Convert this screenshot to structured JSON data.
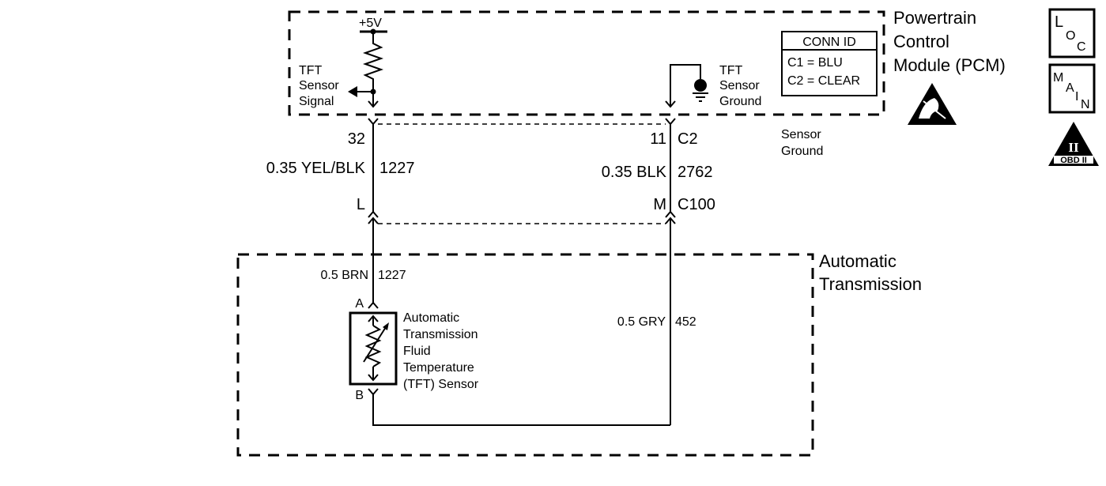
{
  "pcm": {
    "title_lines": [
      "Powertrain",
      "Control",
      "Module (PCM)"
    ],
    "supply": "+5V",
    "tft_signal_lines": [
      "TFT",
      "Sensor",
      "Signal"
    ],
    "tft_ground_lines": [
      "TFT",
      "Sensor",
      "Ground"
    ],
    "conn_id": {
      "title": "CONN ID",
      "rows": [
        "C1 = BLU",
        "C2 = CLEAR"
      ]
    }
  },
  "sensor_ground_lines": [
    "Sensor",
    "Ground"
  ],
  "left_circuit": {
    "pin": "32",
    "wire": "0.35 YEL/BLK",
    "circuit": "1227",
    "c100_pin": "L",
    "lower_wire": "0.5 BRN",
    "lower_circuit": "1227",
    "sensor_pin_a": "A",
    "sensor_pin_b": "B"
  },
  "right_circuit": {
    "pin": "11",
    "connector": "C2",
    "wire": "0.35 BLK",
    "circuit": "2762",
    "c100_pin": "M",
    "c100": "C100",
    "lower_wire": "0.5 GRY",
    "lower_circuit": "452"
  },
  "transmission": {
    "title_lines": [
      "Automatic",
      "Transmission"
    ],
    "sensor_lines": [
      "Automatic",
      "Transmission",
      "Fluid",
      "Temperature",
      "(TFT) Sensor"
    ]
  },
  "icons": {
    "loc": [
      "L",
      "O",
      "C"
    ],
    "main": [
      "M",
      "A",
      "I",
      "N"
    ],
    "obd": [
      "II",
      "OBD II"
    ]
  }
}
